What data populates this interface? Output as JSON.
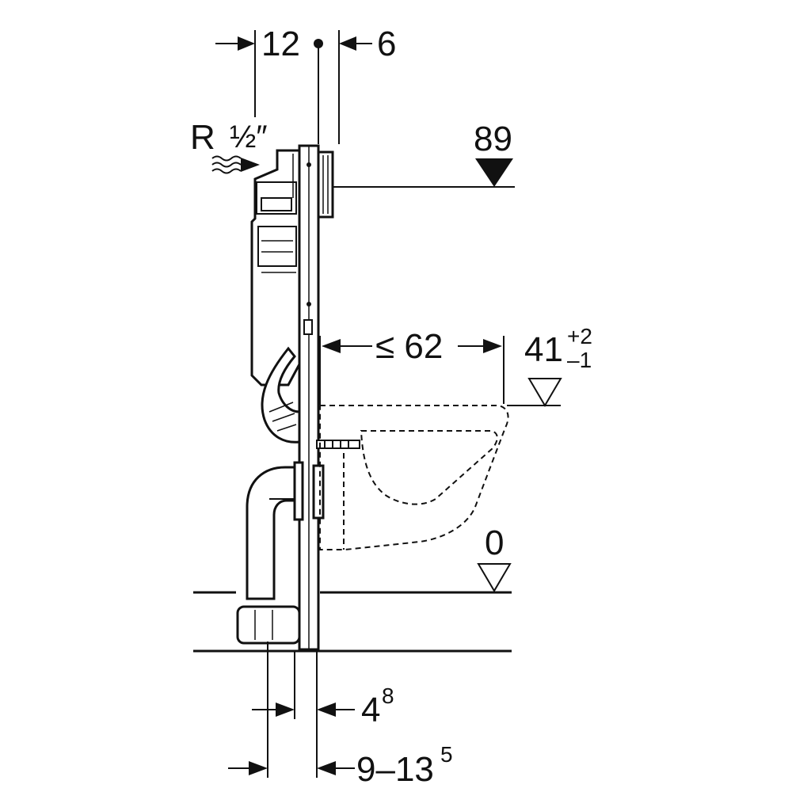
{
  "dimensions": {
    "top_left": "12",
    "top_right": "6",
    "pipe_label_r": "R",
    "pipe_label_size": "½″",
    "height_89": "89",
    "projection": "≤ 62",
    "seat_height": "41",
    "seat_tol_plus": "+2",
    "seat_tol_minus": "–1",
    "floor_level": "0",
    "bottom_first": "4",
    "bottom_first_sup": "8",
    "bottom_second": "9–13",
    "bottom_second_sup": "5"
  },
  "colors": {
    "line": "#111111",
    "background": "#ffffff"
  }
}
